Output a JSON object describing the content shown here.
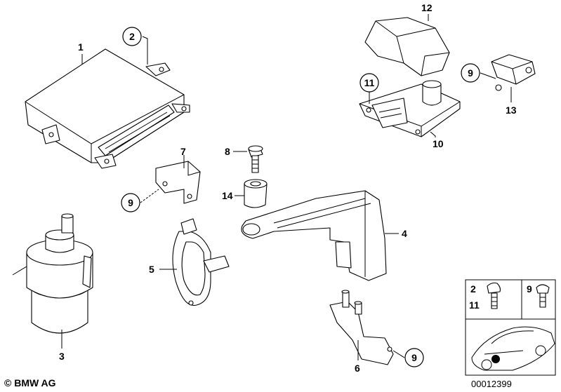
{
  "callouts": {
    "c1": "1",
    "c2": "2",
    "c3": "3",
    "c4": "4",
    "c5": "5",
    "c6": "6",
    "c7": "7",
    "c8": "8",
    "c9a": "9",
    "c9b": "9",
    "c9c": "9",
    "c10": "10",
    "c11": "11",
    "c12": "12",
    "c13": "13",
    "c14": "14"
  },
  "legend": {
    "box_left_top": "2",
    "box_left_bottom": "11",
    "box_right": "9"
  },
  "footer": {
    "copyright": "© BMW AG",
    "diagram_number": "00012399"
  }
}
